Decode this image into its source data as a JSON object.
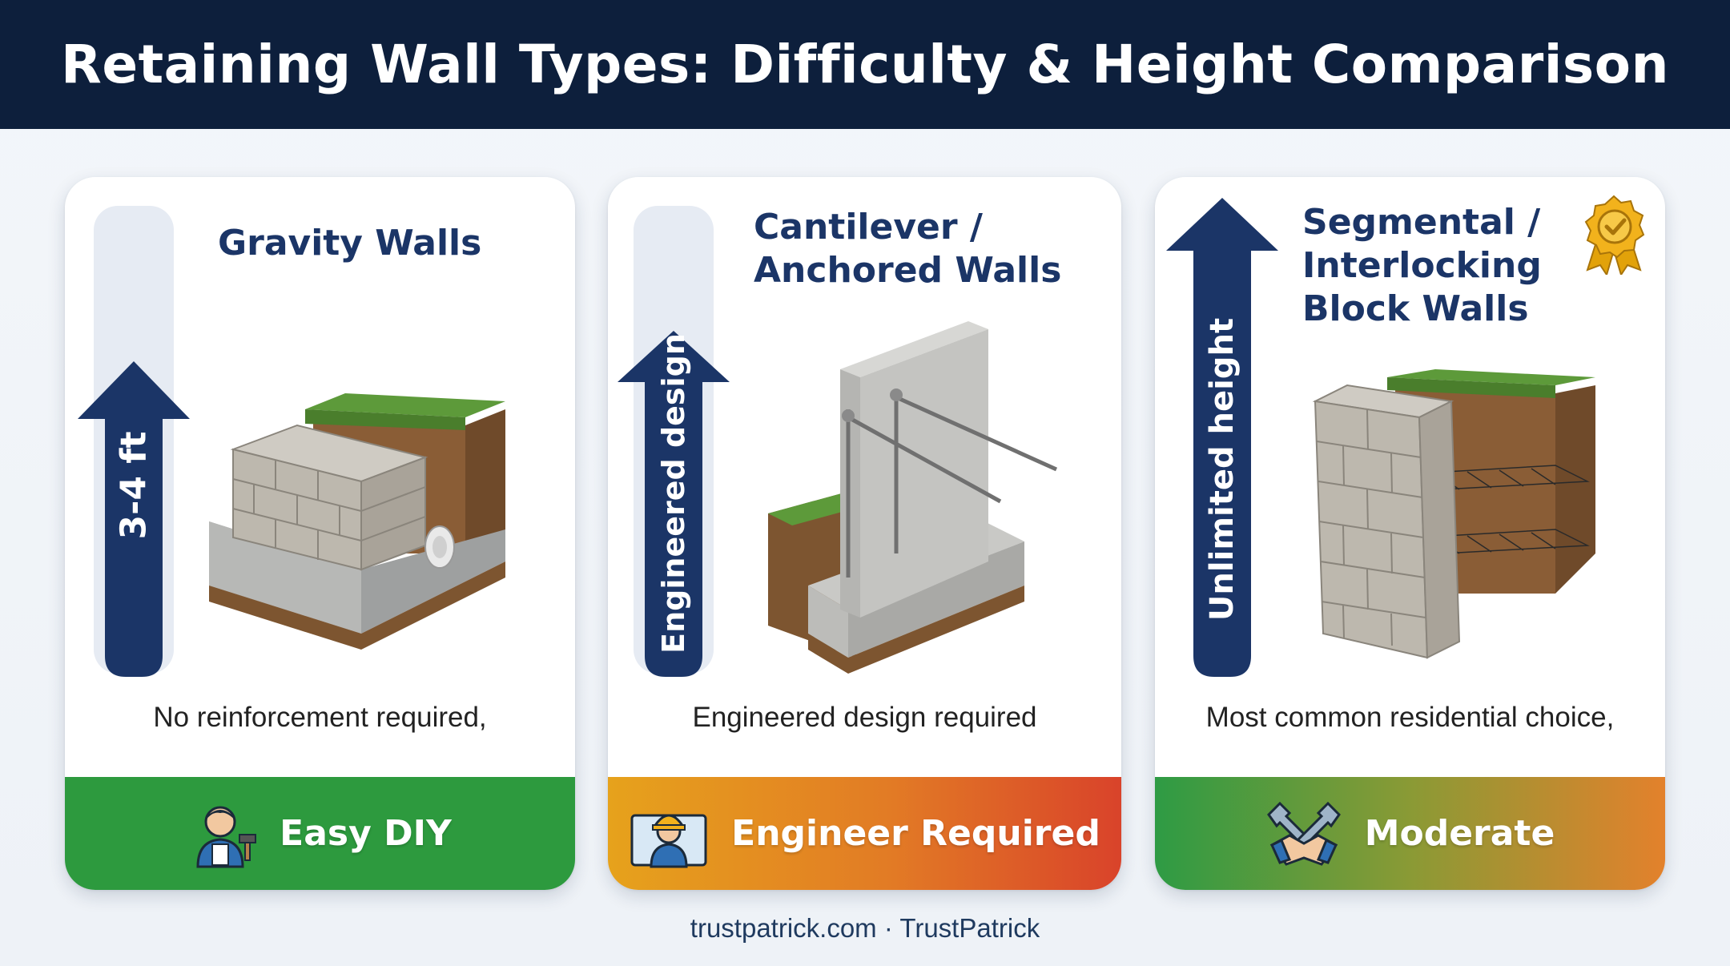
{
  "title": "Retaining Wall Types: Difficulty & Height Comparison",
  "colors": {
    "header_bg": "#0d1f3c",
    "title_text": "#1b3567",
    "arrow": "#1b3567",
    "easy": "#2d9a3e",
    "engineer": "#e27b25",
    "moderate": "#8a9a35"
  },
  "cards": [
    {
      "title": "Gravity Walls",
      "height_label": "3-4 ft",
      "description": "No reinforcement required,",
      "difficulty": "Easy DIY",
      "difficulty_icon": "diy-worker-icon",
      "illustration": "gravity-wall-illustration"
    },
    {
      "title": "Cantilever /\nAnchored Walls",
      "height_label": "Engineered design",
      "description": "Engineered design required",
      "difficulty": "Engineer Required",
      "difficulty_icon": "engineer-icon",
      "illustration": "cantilever-wall-illustration"
    },
    {
      "title": "Segmental /\nInterlocking\nBlock Walls",
      "height_label": "Unlimited height",
      "description": "Most common residential choice,",
      "difficulty": "Moderate",
      "difficulty_icon": "handshake-tools-icon",
      "illustration": "segmental-wall-illustration",
      "badge_icon": "award-badge-icon"
    }
  ],
  "credit": "trustpatrick.com · TrustPatrick"
}
